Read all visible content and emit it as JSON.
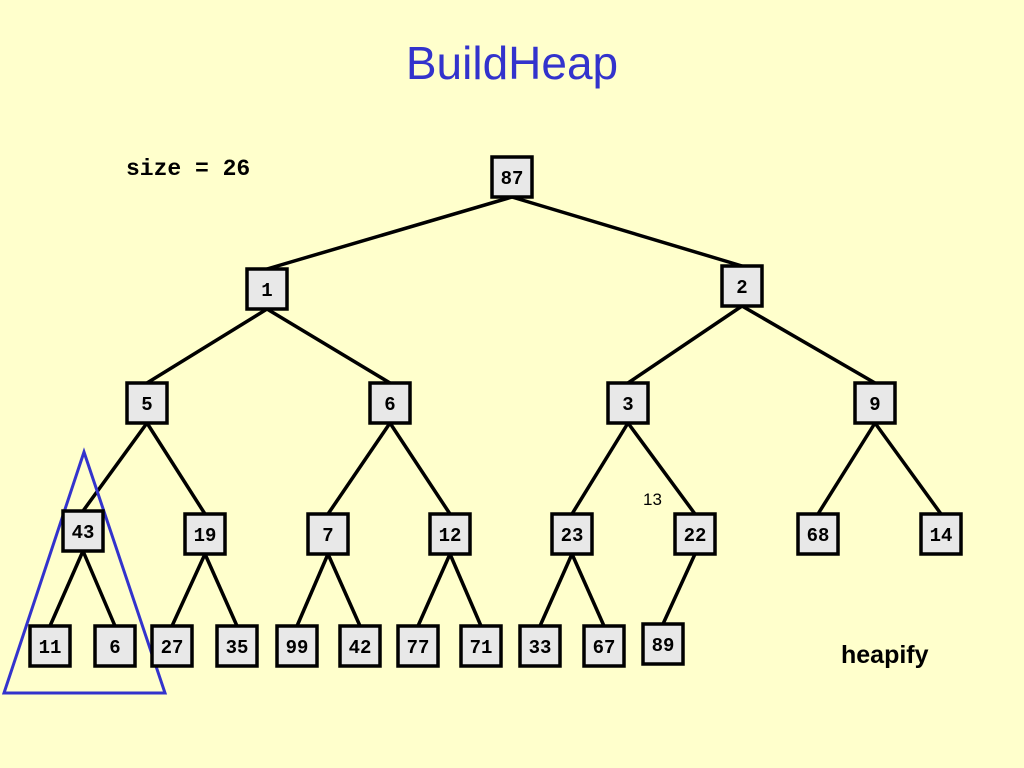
{
  "slide": {
    "title": "BuildHeap",
    "size_label": "size = 26",
    "operation_label": "heapify",
    "index_label": "13"
  },
  "colors": {
    "background": "#ffffcc",
    "title": "#3333cc",
    "highlight": "#3333cc",
    "node_fill": "#e8e8e8"
  },
  "tree": {
    "heap_array": [
      "87",
      "1",
      "2",
      "5",
      "6",
      "3",
      "9",
      "43",
      "19",
      "7",
      "12",
      "23",
      "22",
      "68",
      "14",
      "11",
      "6",
      "27",
      "35",
      "99",
      "42",
      "77",
      "71",
      "33",
      "67",
      "89"
    ],
    "highlighted_subtree_root_index": 7
  }
}
